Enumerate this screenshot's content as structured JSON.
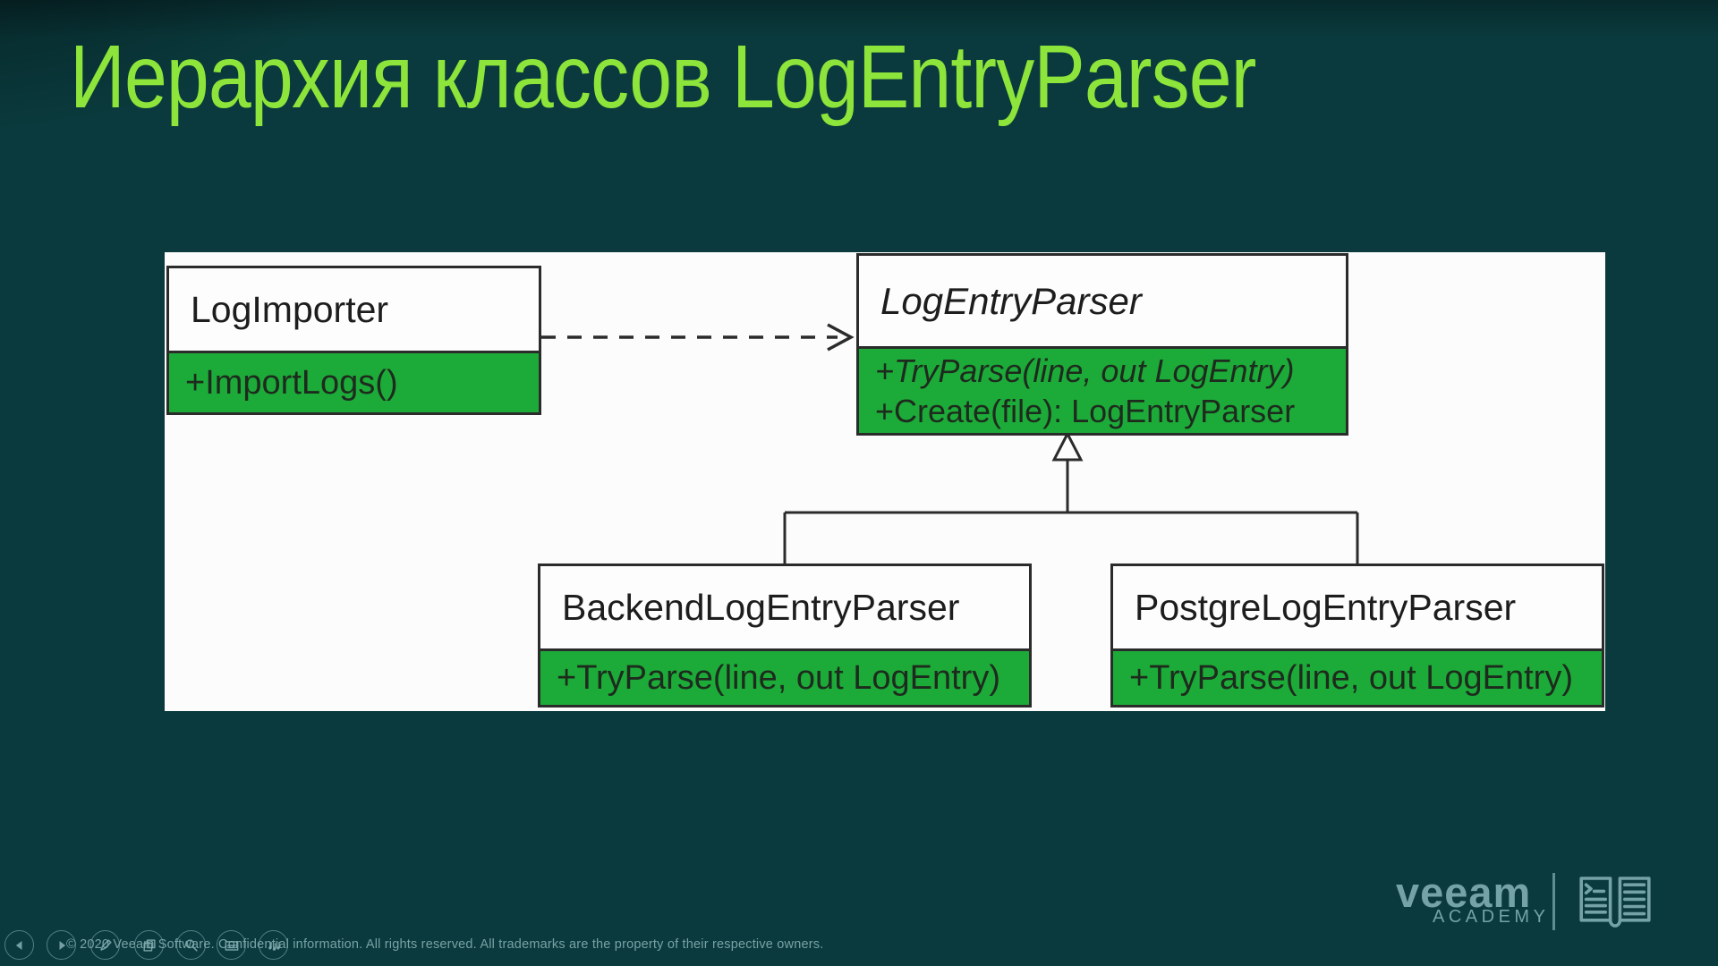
{
  "colors": {
    "background": "#0a3a3d",
    "title_green": "#8de43a",
    "method_green": "#1cab38",
    "box_border": "#2b2b2b",
    "panel_bg": "#fcfcfc",
    "brand_teal": "#74a2a6"
  },
  "slide": {
    "title": "Иерархия классов LogEntryParser"
  },
  "diagram": {
    "classes": [
      {
        "name": "LogImporter",
        "stereotype": "concrete",
        "methods": [
          {
            "text": "+ImportLogs()"
          }
        ]
      },
      {
        "name": "LogEntryParser",
        "stereotype": "abstract",
        "methods": [
          {
            "text": "+TryParse(line, out LogEntry)"
          },
          {
            "text": "+Create(file): LogEntryParser"
          }
        ]
      },
      {
        "name": "BackendLogEntryParser",
        "stereotype": "concrete",
        "methods": [
          {
            "text": "+TryParse(line, out LogEntry)"
          }
        ]
      },
      {
        "name": "PostgreLogEntryParser",
        "stereotype": "concrete",
        "methods": [
          {
            "text": "+TryParse(line, out LogEntry)"
          }
        ]
      }
    ],
    "relations": [
      {
        "type": "dashed-dependency-arrow",
        "from": "LogImporter",
        "to": "LogEntryParser"
      },
      {
        "type": "inheritance-hollow-triangle",
        "from": "BackendLogEntryParser",
        "to": "LogEntryParser"
      },
      {
        "type": "inheritance-hollow-triangle",
        "from": "PostgreLogEntryParser",
        "to": "LogEntryParser"
      }
    ]
  },
  "player": {
    "controls": [
      "previous",
      "next",
      "pen",
      "slides",
      "zoom",
      "notes",
      "audio"
    ]
  },
  "footer": {
    "copyright": "© 2020 Veeam Software. Confidential information. All rights reserved. All trademarks are the property of their respective owners."
  },
  "branding": {
    "logo": "veeam",
    "sub": "ACADEMY",
    "book_icon": "open-book-icon"
  }
}
